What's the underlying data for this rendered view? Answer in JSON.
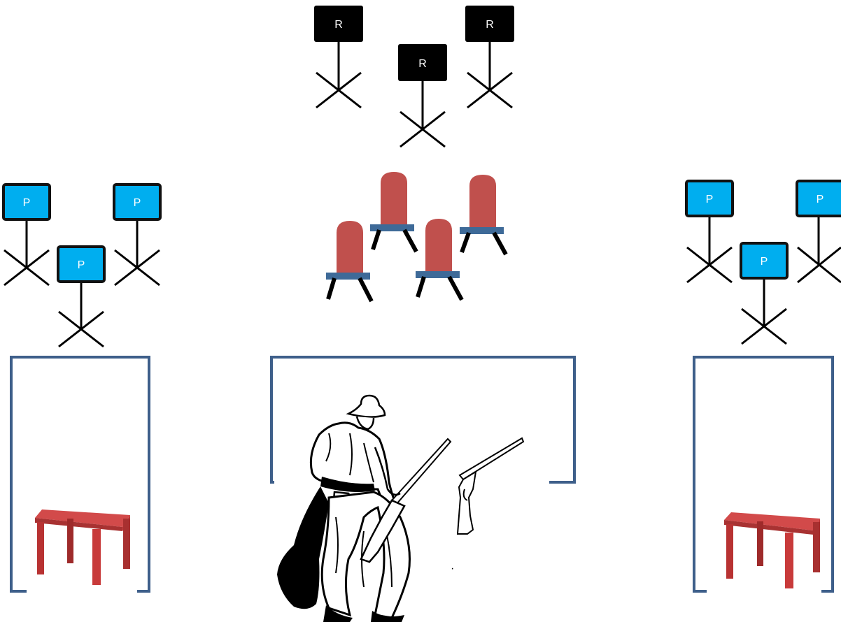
{
  "colors": {
    "rifle_target_fill": "#000000",
    "rifle_target_text": "#ffffff",
    "pistol_target_fill": "#00aeef",
    "pistol_target_stroke": "#111111",
    "pistol_target_text": "#ffffff",
    "chair_back": "#c0504d",
    "chair_seat": "#3e6a98",
    "chair_legs": "#000000",
    "barricade": "#3e5f8a",
    "table_top": "#d24a4a",
    "table_legs": "#b83232",
    "stand": "#000000"
  },
  "rifle_targets": [
    {
      "id": "rifle-target-1",
      "label": "R"
    },
    {
      "id": "rifle-target-2",
      "label": "R"
    },
    {
      "id": "rifle-target-3",
      "label": "R"
    }
  ],
  "pistol_targets_left": [
    {
      "id": "pistol-target-left-1",
      "label": "P"
    },
    {
      "id": "pistol-target-left-2",
      "label": "P"
    },
    {
      "id": "pistol-target-left-3",
      "label": "P"
    }
  ],
  "pistol_targets_right": [
    {
      "id": "pistol-target-right-1",
      "label": "P"
    },
    {
      "id": "pistol-target-right-2",
      "label": "P"
    },
    {
      "id": "pistol-target-right-3",
      "label": "P"
    }
  ],
  "shotgun_targets": {
    "count": 4,
    "icon": "chair-target-icon"
  },
  "shooting_positions": [
    "left-barricade",
    "center-barricade",
    "right-barricade"
  ],
  "props": {
    "tables": {
      "count": 2,
      "icon": "table-icon"
    },
    "shooter": {
      "icon": "cowboy-shooter-icon"
    },
    "staged_rifle": {
      "icon": "rifle-icon"
    }
  }
}
